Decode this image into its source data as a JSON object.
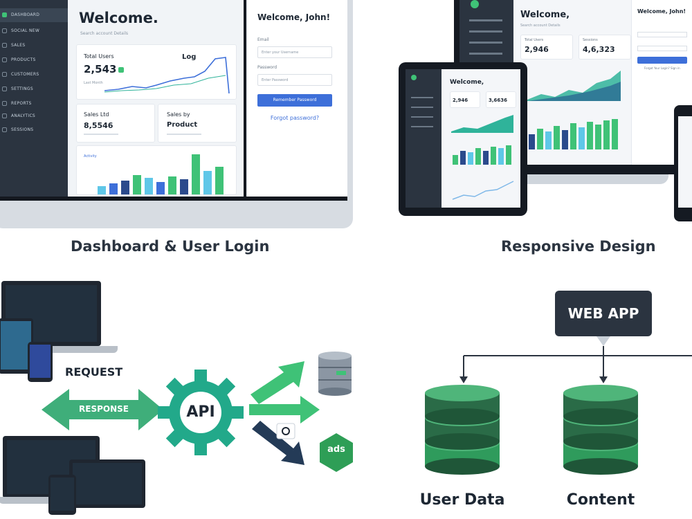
{
  "dashboard": {
    "sidebar_items": [
      "DASHBOARD",
      "SOCIAL NEW",
      "SALES",
      "PRODUCTS",
      "CUSTOMERS",
      "SETTINGS",
      "REPORTS",
      "ANALYTICS",
      "SESSIONS"
    ],
    "welcome": "Welcome.",
    "subtitle": "Search account Details",
    "card1_label": "Total Users",
    "card1_value": "2,543",
    "card1_small": "Last Month",
    "card2_label": "Sales Ltd",
    "card2_value": "8,5546",
    "card3_label": "Sales by",
    "card3_value": "Product",
    "card4_label": "Activity",
    "chart_ylabel": "Log"
  },
  "login": {
    "title": "Welcome, John!",
    "email_label": "Email",
    "email_placeholder": "Enter your Username",
    "password_label": "Password",
    "password_placeholder": "Enter Password",
    "button": "Remember Password",
    "forgot": "Forgot password?"
  },
  "captions": {
    "panel1": "Dashboard & User Login",
    "panel2": "Responsive Design"
  },
  "responsive": {
    "welcome_desktop": "Welcome,",
    "welcome_desktop_sub": "Search account Details",
    "login_desktop_title": "Welcome, John!",
    "stat1": "2,946",
    "stat2": "4,6,323",
    "stat1_label": "Total Users",
    "stat2_label": "Sessions",
    "tablet_welcome": "Welcome,",
    "tablet_stat1": "2,946",
    "tablet_stat2": "3,6636",
    "desk_forgot": "Forgot Your Login? Sign in"
  },
  "api": {
    "request": "REQUEST",
    "response": "RESPONSE",
    "api": "API",
    "ads": "ads"
  },
  "architecture": {
    "webapp": "WEB APP",
    "db1": "User Data",
    "db2": "Content"
  },
  "colors": {
    "green": "#3fc277",
    "teal": "#2fb39a",
    "navy": "#2b3440",
    "blue": "#3d6fd9"
  }
}
